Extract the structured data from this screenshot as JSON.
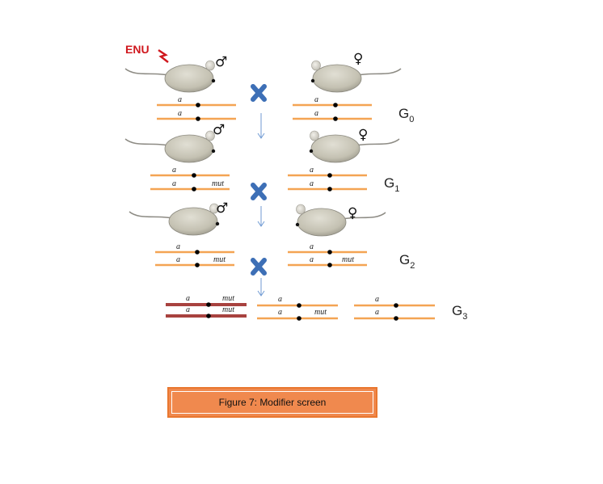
{
  "mutagen_label": "ENU",
  "sex_symbols": {
    "male": "♂",
    "female": "♀"
  },
  "alleles": {
    "wild": "a",
    "mutant": "mut"
  },
  "generations": [
    {
      "letter": "G",
      "sub": "0"
    },
    {
      "letter": "G",
      "sub": "1"
    },
    {
      "letter": "G",
      "sub": "2"
    },
    {
      "letter": "G",
      "sub": "3"
    }
  ],
  "caption": "Figure 7: Modifier screen",
  "colors": {
    "chromosome": "#f4a453",
    "homozygous_chromosome": "#a8423f",
    "cross": "#3d6fb6",
    "arrow": "#6f9ad3",
    "mouse_body": "#c5c2b4",
    "enu": "#d0181e",
    "caption_fill": "#f0894e"
  }
}
